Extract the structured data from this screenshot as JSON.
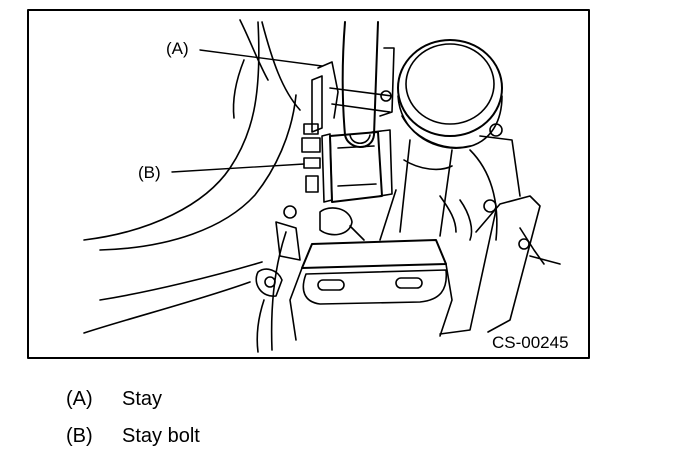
{
  "figure": {
    "code": "CS-00245",
    "callouts": [
      {
        "key": "(A)"
      },
      {
        "key": "(B)"
      }
    ]
  },
  "legend": [
    {
      "key": "(A)",
      "text": "Stay"
    },
    {
      "key": "(B)",
      "text": "Stay bolt"
    }
  ]
}
